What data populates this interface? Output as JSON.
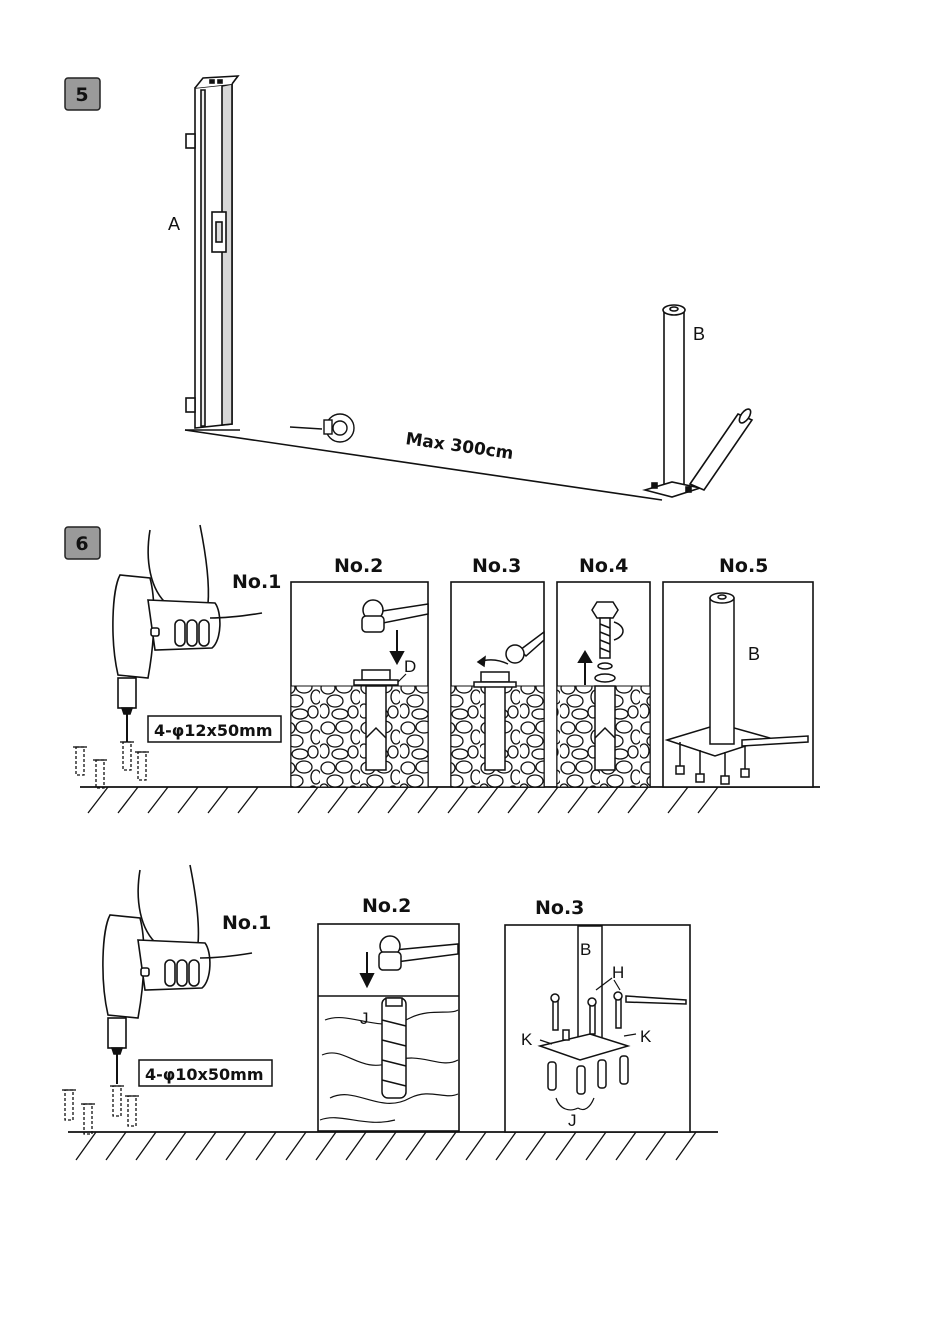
{
  "step5": {
    "badge": "5",
    "label_a": "A",
    "label_b": "B",
    "distance": "Max 300cm"
  },
  "step6": {
    "badge": "6",
    "no1": "No.1",
    "no2": "No.2",
    "no3": "No.3",
    "no4": "No.4",
    "no5": "No.5",
    "drill_spec": "4-φ12x50mm",
    "label_d": "D",
    "label_b": "B"
  },
  "step7": {
    "no1": "No.1",
    "no2": "No.2",
    "no3": "No.3",
    "drill_spec": "4-φ10x50mm",
    "label_j_plug": "J",
    "label_b": "B",
    "label_h": "H",
    "label_k_left": "K",
    "label_k_right": "K",
    "label_j_bottom": "J"
  }
}
